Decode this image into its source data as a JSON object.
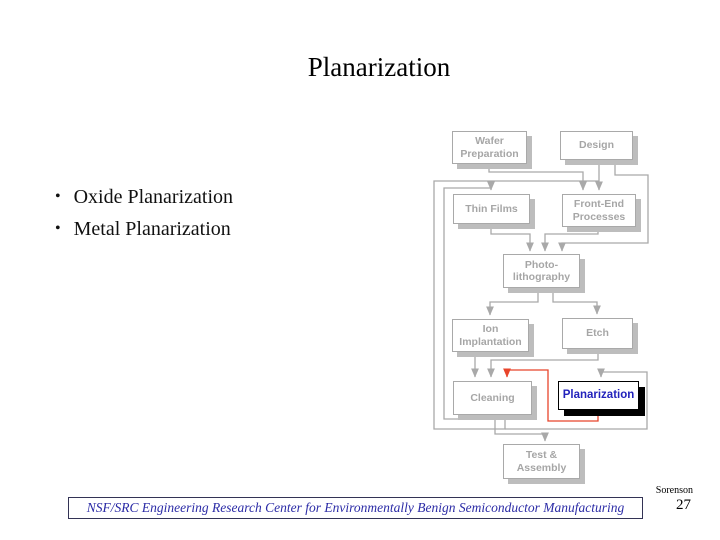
{
  "slide": {
    "title": "Planarization",
    "bullet_glyph": "•",
    "bullets": [
      "Oxide Planarization",
      "Metal Planarization"
    ],
    "footer_text": "NSF/SRC Engineering Research Center for Environmentally Benign Semiconductor Manufacturing",
    "credit": "Sorenson",
    "page_number": "27"
  },
  "flowchart": {
    "boxes": [
      {
        "id": "wafer-preparation",
        "label": "Wafer\nPreparation",
        "state": "inactive"
      },
      {
        "id": "design",
        "label": "Design",
        "state": "inactive"
      },
      {
        "id": "thin-films",
        "label": "Thin Films",
        "state": "inactive"
      },
      {
        "id": "front-end-processes",
        "label": "Front-End\nProcesses",
        "state": "inactive"
      },
      {
        "id": "photolithography",
        "label": "Photo-\nlithography",
        "state": "inactive"
      },
      {
        "id": "ion-implantation",
        "label": "Ion\nImplantation",
        "state": "inactive"
      },
      {
        "id": "etch",
        "label": "Etch",
        "state": "inactive"
      },
      {
        "id": "cleaning",
        "label": "Cleaning",
        "state": "inactive"
      },
      {
        "id": "planarization",
        "label": "Planarization",
        "state": "highlighted"
      },
      {
        "id": "test-assembly",
        "label": "Test &\nAssembly",
        "state": "inactive"
      }
    ],
    "highlighted_feedback_connector": "planarization-to-cleaning"
  },
  "colors": {
    "title-black": "#000000",
    "connector-gray": "#a9a9a9",
    "box-border-gray": "#a9a9a9",
    "box-text-gray": "#a6a6a6",
    "box-shadow-gray": "#bdbdbd",
    "highlight-border": "#000000",
    "highlight-text-blue": "#2222bb",
    "accent-red": "#e8442b",
    "footer-text-blue": "#2b2ba6"
  }
}
